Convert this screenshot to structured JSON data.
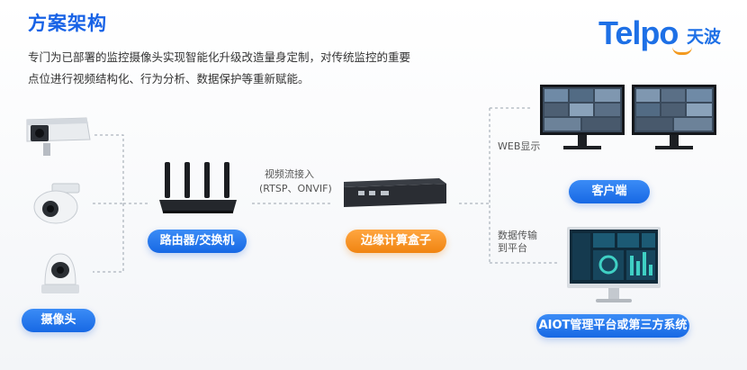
{
  "header": {
    "title": "方案架构",
    "description": "专门为已部署的监控摄像头实现智能化升级改造量身定制，对传统监控的重要点位进行视频结构化、行为分析、数据保护等重新赋能。"
  },
  "logo": {
    "brand": "Telpo",
    "brand_cn": "天波"
  },
  "nodes": {
    "cameras": "摄像头",
    "router": "路由器/交换机",
    "edge_box": "边缘计算盒子",
    "client": "客户端",
    "platform": "AIOT管理平台或第三方系统"
  },
  "edges": {
    "stream_in_line1": "视频流接入",
    "stream_in_line2": "(RTSP、ONVIF)",
    "web_display": "WEB显示",
    "data_transfer_line1": "数据传输",
    "data_transfer_line2": "到平台"
  },
  "colors": {
    "accent_blue": "#1768e4",
    "accent_orange": "#f08411",
    "title_blue": "#1762e6"
  }
}
